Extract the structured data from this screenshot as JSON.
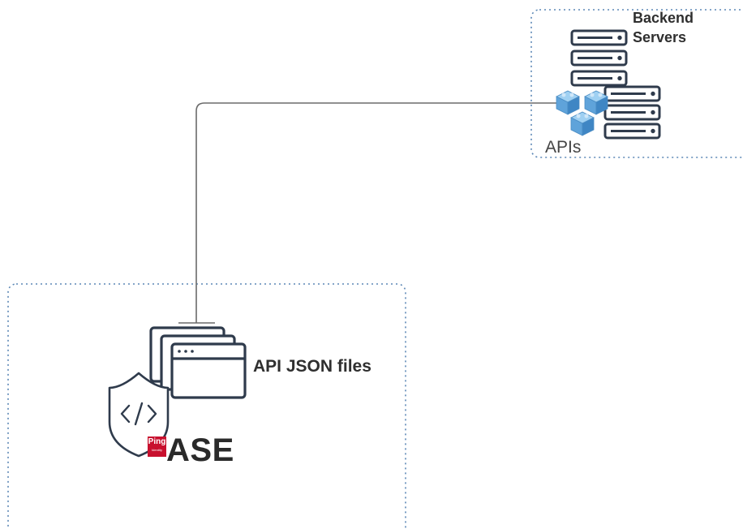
{
  "backend_group": {
    "label": "Backend\nServers"
  },
  "apis": {
    "label": "APIs"
  },
  "api_files": {
    "label": "API JSON files"
  },
  "ase": {
    "label": "ASE",
    "logo_text": "Ping",
    "logo_subtext": "Identity"
  },
  "colors": {
    "group_border": "#5b87b5",
    "icon_stroke": "#2f3b4c",
    "connector": "#6b6b6b",
    "api_cube": "#6aaee0",
    "ping_red": "#c8102e"
  }
}
